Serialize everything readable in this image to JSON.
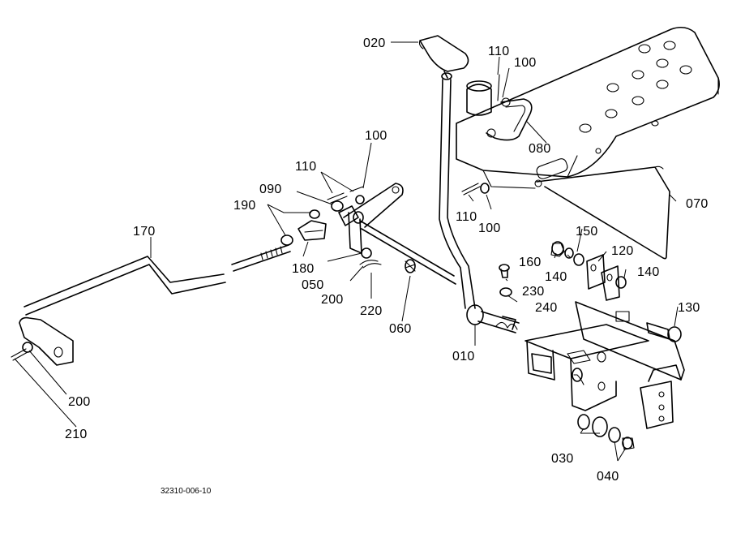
{
  "drawing": {
    "code": "32310-006-10"
  },
  "parts": {
    "p010": "010",
    "p020": "020",
    "p030": "030",
    "p040": "040",
    "p050": "050",
    "p060": "060",
    "p070": "070",
    "p080": "080",
    "p090": "090",
    "p100a": "100",
    "p100b": "100",
    "p100c": "100",
    "p110a": "110",
    "p110b": "110",
    "p110c": "110",
    "p120": "120",
    "p130": "130",
    "p140a": "140",
    "p140b": "140",
    "p150": "150",
    "p160": "160",
    "p170": "170",
    "p180": "180",
    "p190": "190",
    "p200a": "200",
    "p200b": "200",
    "p210": "210",
    "p220": "220",
    "p230": "230",
    "p240": "240"
  }
}
